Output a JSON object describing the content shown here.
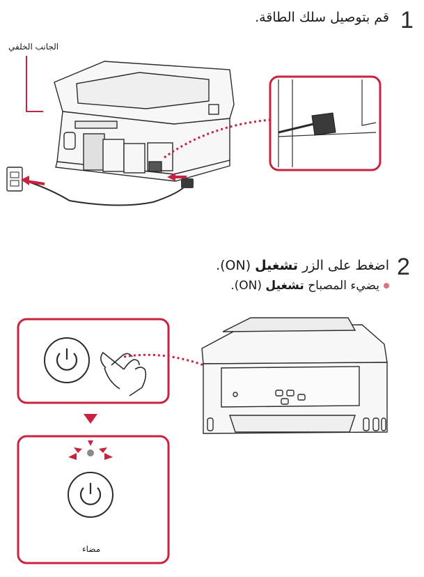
{
  "colors": {
    "accent": "#c8223f",
    "line": "#2b2b2b",
    "bullet": "#e0707f"
  },
  "step1": {
    "number": "1",
    "instruction": "قم بتوصيل سلك الطاقة.",
    "rear_label": "الجانب الخلفي",
    "icons": [
      "printer-rear-illustration",
      "power-outlet-icon",
      "power-cord-plug-illustration"
    ]
  },
  "step2": {
    "number": "2",
    "instruction_prefix": "اضغط على الزر ",
    "instruction_bold": "تشغيل",
    "instruction_suffix": " (ON).",
    "note_prefix": "يضيء المصباح ",
    "note_bold": "تشغيل",
    "note_suffix": " (ON).",
    "lit_label": "مضاء",
    "icons": [
      "power-button-icon",
      "pointing-hand-icon",
      "arrow-down-icon",
      "lamp-lit-icon",
      "printer-front-illustration"
    ]
  }
}
